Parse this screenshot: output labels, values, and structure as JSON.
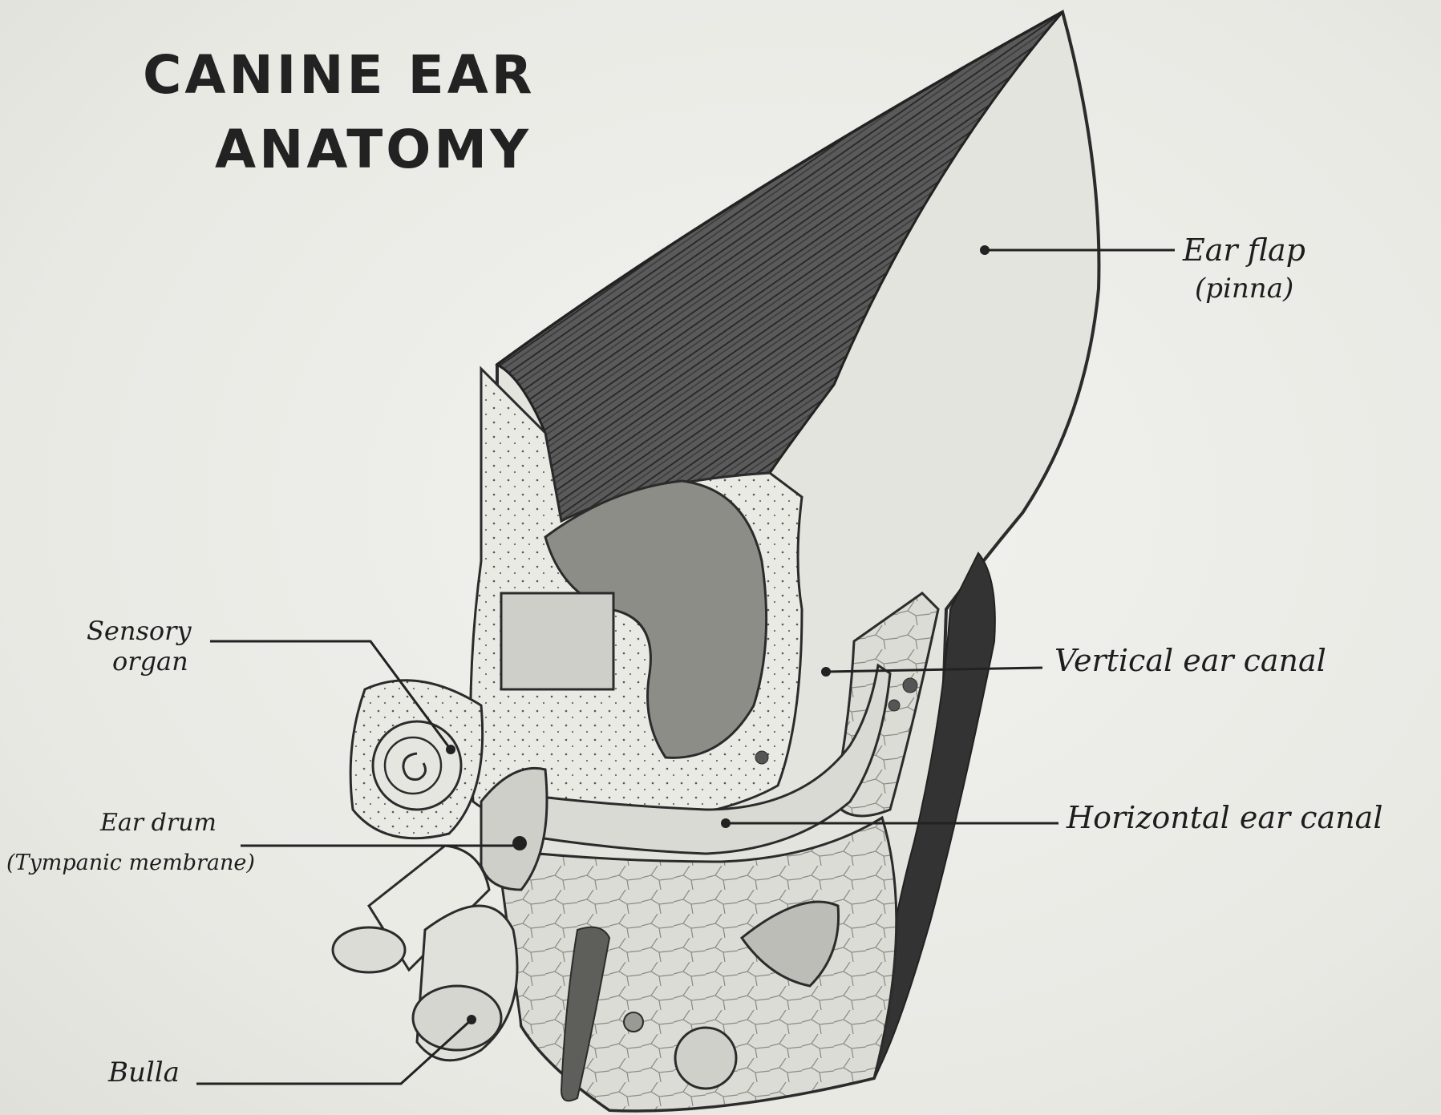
{
  "title": {
    "line1": "CANINE EAR",
    "line2": "ANATOMY"
  },
  "labels": {
    "ear_flap": "Ear flap",
    "pinna": "(pinna)",
    "sensory": "Sensory",
    "organ": "organ",
    "vertical_canal": "Vertical ear canal",
    "horizontal_canal": "Horizontal ear canal",
    "ear_drum": "Ear drum",
    "tympanic": "(Tympanic membrane)",
    "bulla": "Bulla"
  },
  "colors": {
    "paper": "#ecece8",
    "pencil_dark": "#2b2b2b",
    "fur": "#4a4a4a",
    "skin_light": "#dcdcd6"
  }
}
